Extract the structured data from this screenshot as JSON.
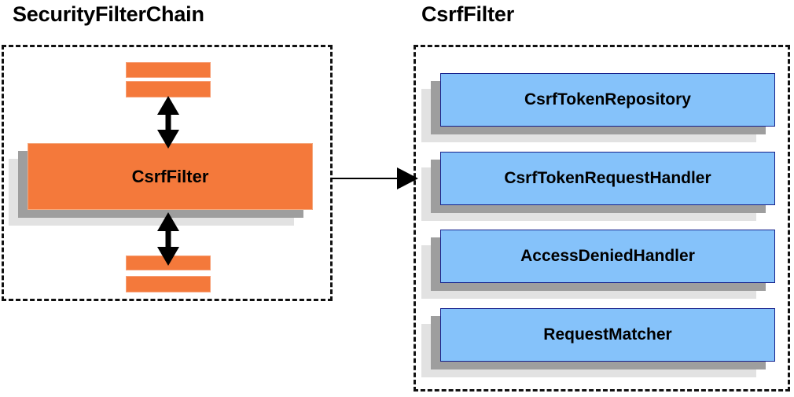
{
  "diagram": {
    "type": "architecture-component-diagram",
    "background_color": "#ffffff",
    "palette": {
      "orange_fill": "#f4793b",
      "orange_border": "#f4a97f",
      "blue_fill": "#85c2fa",
      "blue_border": "#16218c",
      "shadow_near": "#9e9e9e",
      "shadow_far": "#e2e2e2",
      "dashed_border": "#111111",
      "text": "#000000"
    }
  },
  "panels": [
    {
      "id": "security-filter-chain",
      "title": "SecurityFilterChain",
      "nodes": [
        {
          "id": "stub-top-1",
          "label": "",
          "shape": "bar",
          "color": "orange"
        },
        {
          "id": "stub-top-2",
          "label": "",
          "shape": "bar",
          "color": "orange"
        },
        {
          "id": "csrf-filter",
          "label": "CsrfFilter",
          "shape": "box",
          "color": "orange"
        },
        {
          "id": "stub-bottom-1",
          "label": "",
          "shape": "bar",
          "color": "orange"
        },
        {
          "id": "stub-bottom-2",
          "label": "",
          "shape": "bar",
          "color": "orange"
        }
      ]
    },
    {
      "id": "csrf-filter-detail",
      "title": "CsrfFilter",
      "nodes": [
        {
          "id": "csrf-token-repository",
          "label": "CsrfTokenRepository",
          "shape": "box",
          "color": "blue"
        },
        {
          "id": "csrf-token-request-handler",
          "label": "CsrfTokenRequestHandler",
          "shape": "box",
          "color": "blue"
        },
        {
          "id": "access-denied-handler",
          "label": "AccessDeniedHandler",
          "shape": "box",
          "color": "blue"
        },
        {
          "id": "request-matcher",
          "label": "RequestMatcher",
          "shape": "box",
          "color": "blue"
        }
      ]
    }
  ],
  "connections": [
    {
      "id": "chain-above-to-filter",
      "from": "stub-top-2",
      "to": "csrf-filter",
      "style": "double-arrow-vertical"
    },
    {
      "id": "filter-to-chain-below",
      "from": "csrf-filter",
      "to": "stub-bottom-1",
      "style": "double-arrow-vertical"
    },
    {
      "id": "chain-to-detail",
      "from": "security-filter-chain",
      "to": "csrf-filter-detail",
      "style": "single-arrow-horizontal"
    }
  ]
}
